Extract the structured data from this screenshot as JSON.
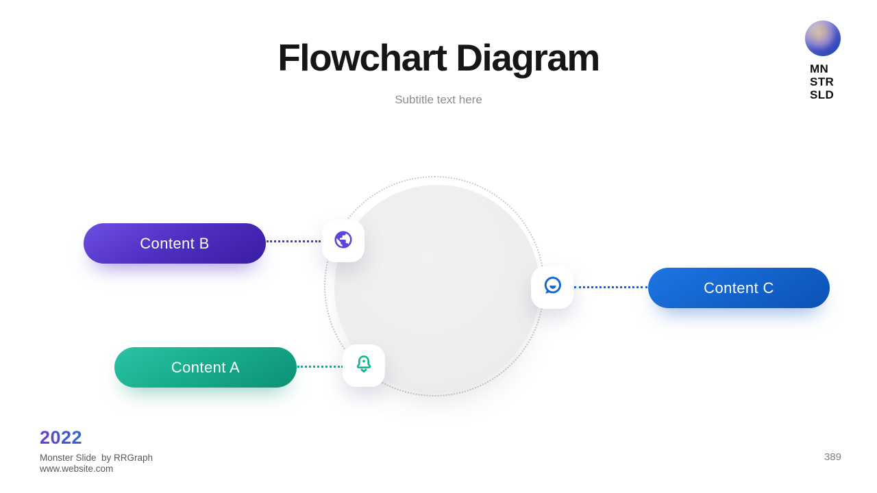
{
  "header": {
    "title": "Flowchart Diagram",
    "subtitle": "Subtitle text here"
  },
  "logo": {
    "line1": "MN",
    "line2": "STR",
    "line3": "SLD",
    "sphere_colors": [
      "#d3c0aa",
      "#8d85cf",
      "#3a55c5",
      "#4cc0a6"
    ]
  },
  "diagram": {
    "center_circle_fill": "#efefef",
    "dotted_ring_color": "#cbcbcb",
    "nodes": [
      {
        "label": "Content B",
        "icon": "globe-icon",
        "icon_color": "#5b45d8",
        "pill_gradient": [
          "#6d4fe3",
          "#3a1ca3"
        ],
        "connector_color": "#4b3f9e"
      },
      {
        "label": "Content A",
        "icon": "bell-icon",
        "icon_color": "#10b796",
        "pill_gradient": [
          "#2ac3a4",
          "#0d9173"
        ],
        "connector_color": "#18a78e"
      },
      {
        "label": "Content C",
        "icon": "chat-bubble-icon",
        "icon_color": "#1565d8",
        "pill_gradient": [
          "#1d76e3",
          "#0c51b5"
        ],
        "connector_color": "#1d5fd1"
      }
    ]
  },
  "footer": {
    "year": "2022",
    "year_gradient": [
      "#6b3fd4",
      "#2e6ad0"
    ],
    "credit": "Monster Slide  by RRGraph",
    "website": "www.website.com",
    "page_number": "389"
  }
}
